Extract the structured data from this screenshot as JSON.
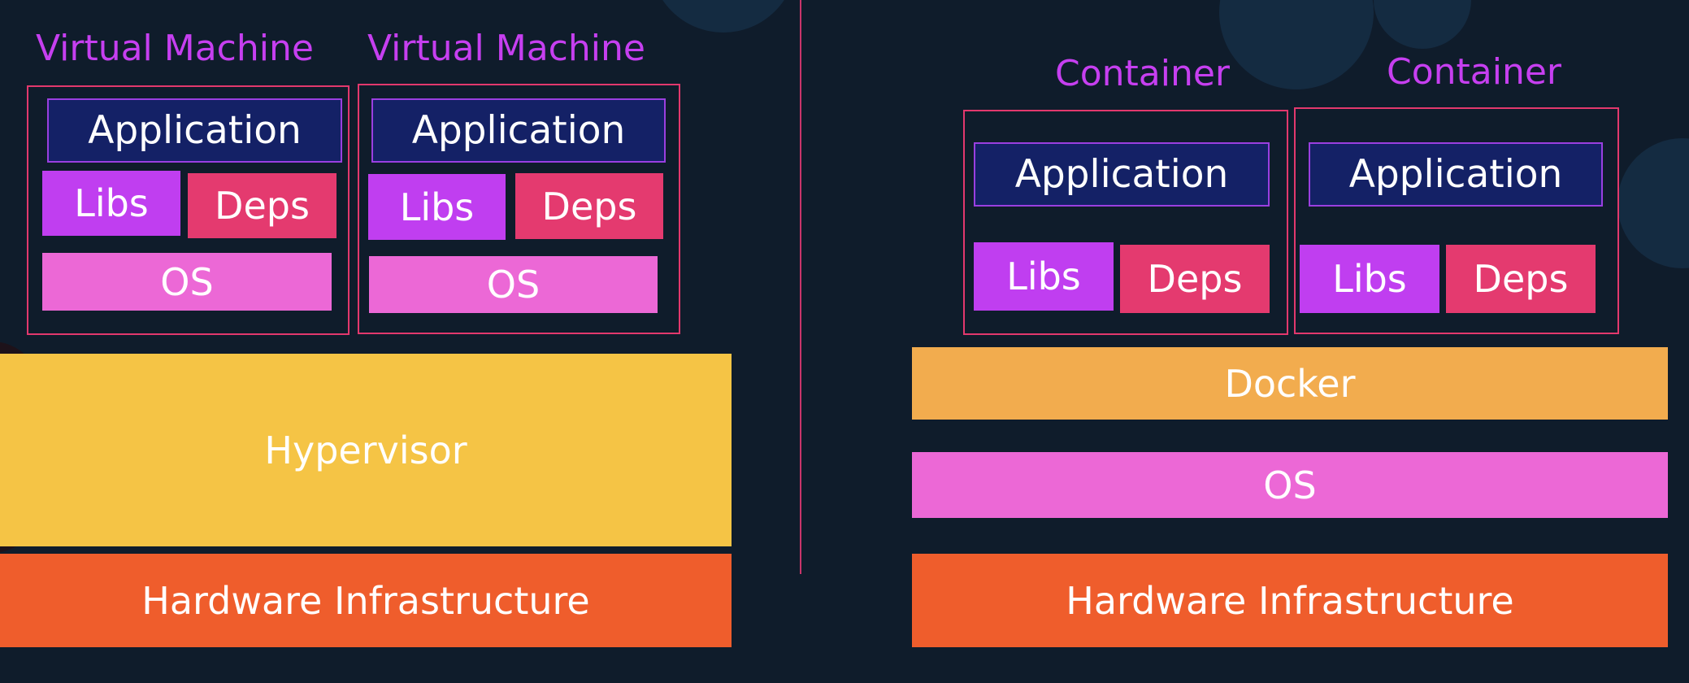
{
  "vm_side": {
    "machines": [
      {
        "title": "Virtual Machine",
        "app": "Application",
        "libs": "Libs",
        "deps": "Deps",
        "os": "OS"
      },
      {
        "title": "Virtual Machine",
        "app": "Application",
        "libs": "Libs",
        "deps": "Deps",
        "os": "OS"
      }
    ],
    "hypervisor": "Hypervisor",
    "hardware": "Hardware Infrastructure"
  },
  "container_side": {
    "containers": [
      {
        "title": "Container",
        "app": "Application",
        "libs": "Libs",
        "deps": "Deps"
      },
      {
        "title": "Container",
        "app": "Application",
        "libs": "Libs",
        "deps": "Deps"
      }
    ],
    "docker": "Docker",
    "os": "OS",
    "hardware": "Hardware Infrastructure"
  },
  "colors": {
    "background": "#0f1c2b",
    "title": "#c63ff0",
    "frame": "#e2386d",
    "application": "#142166",
    "libs": "#c03ef0",
    "deps": "#e43a6f",
    "os": "#ec68d6",
    "hypervisor": "#f5c445",
    "hardware": "#ef5d2c",
    "docker": "#f2ac4e"
  }
}
